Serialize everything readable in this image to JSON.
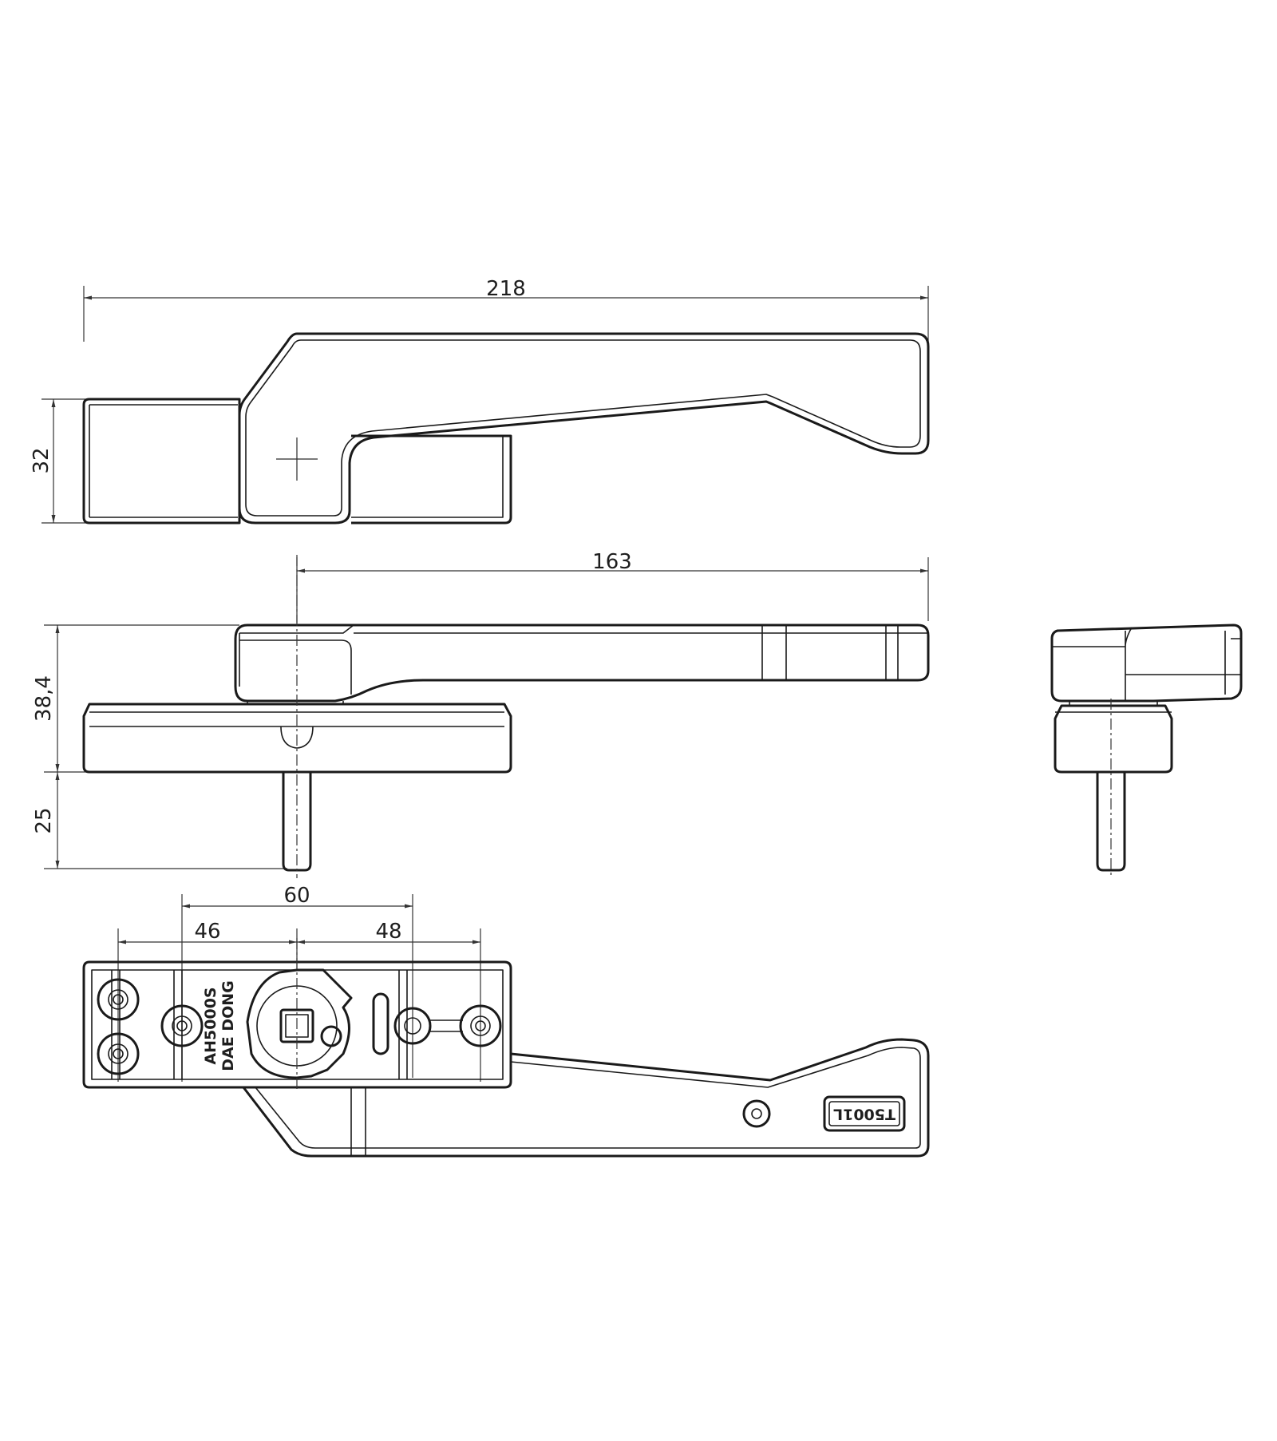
{
  "dimensions": {
    "overall_length": "218",
    "height_top": "32",
    "handle_reach": "163",
    "side_height": "38,4",
    "spindle_length": "25",
    "hole_spacing_60": "60",
    "hole_spacing_46": "46",
    "hole_spacing_48": "48"
  },
  "markings": {
    "model_line1": "AH5000S",
    "model_line2": "DAE DONG",
    "part_code": "T5001L"
  },
  "colors": {
    "line": "#1a1a1a",
    "background": "#ffffff"
  }
}
